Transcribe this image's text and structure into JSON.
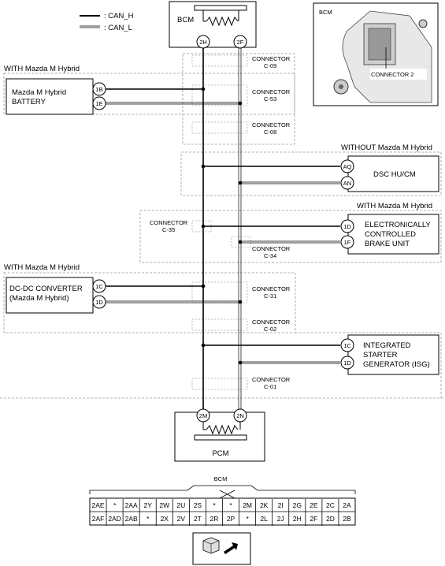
{
  "legend": {
    "can_h": ": CAN_H",
    "can_l": ": CAN_L"
  },
  "bcm": {
    "label": "BCM",
    "pin_h": "2H",
    "pin_l": "2F"
  },
  "pcm": {
    "label": "PCM",
    "pin_h": "2M",
    "pin_l": "2N"
  },
  "inset": {
    "title": "BCM",
    "connector_label": "CONNECTOR 2"
  },
  "connectors": {
    "c09": {
      "name": "CONNECTOR",
      "code": "C-09"
    },
    "c53": {
      "name": "CONNECTOR",
      "code": "C-53"
    },
    "c08": {
      "name": "CONNECTOR",
      "code": "C-08"
    },
    "c35": {
      "name": "CONNECTOR",
      "code": "C-35"
    },
    "c34": {
      "name": "CONNECTOR",
      "code": "C-34"
    },
    "c31": {
      "name": "CONNECTOR",
      "code": "C-31"
    },
    "c02": {
      "name": "CONNECTOR",
      "code": "C-02"
    },
    "c01": {
      "name": "CONNECTOR",
      "code": "C-01"
    }
  },
  "groups": {
    "battery_group": "WITH Mazda M Hybrid",
    "dsc_group": "WITHOUT Mazda M Hybrid",
    "brake_group": "WITH Mazda M Hybrid",
    "dcdc_group": "WITH Mazda M Hybrid"
  },
  "modules": {
    "battery": {
      "line1": "Mazda M Hybrid",
      "line2": "BATTERY",
      "pin_h": "1B",
      "pin_l": "1E"
    },
    "dsc": {
      "line1": "DSC HU/CM",
      "pin_h": "AQ",
      "pin_l": "AN"
    },
    "brake": {
      "line1": "ELECTRONICALLY",
      "line2": "CONTROLLED",
      "line3": "BRAKE UNIT",
      "pin_h": "1D",
      "pin_l": "1F"
    },
    "dcdc": {
      "line1": "DC-DC CONVERTER",
      "line2": "(Mazda M Hybrid)",
      "pin_h": "1C",
      "pin_l": "1D"
    },
    "isg": {
      "line1": "INTEGRATED",
      "line2": "STARTER",
      "line3": "GENERATOR (ISG)",
      "pin_h": "1C",
      "pin_l": "1D"
    }
  },
  "pin_table": {
    "title": "BCM",
    "row1": [
      "2AE",
      "*",
      "2AA",
      "2Y",
      "2W",
      "2U",
      "2S",
      "*",
      "*",
      "2M",
      "2K",
      "2I",
      "2G",
      "2E",
      "2C",
      "2A"
    ],
    "row2": [
      "2AF",
      "2AD",
      "2AB",
      "*",
      "2X",
      "2V",
      "2T",
      "2R",
      "2P",
      "*",
      "2L",
      "2J",
      "2H",
      "2F",
      "2D",
      "2B"
    ]
  }
}
